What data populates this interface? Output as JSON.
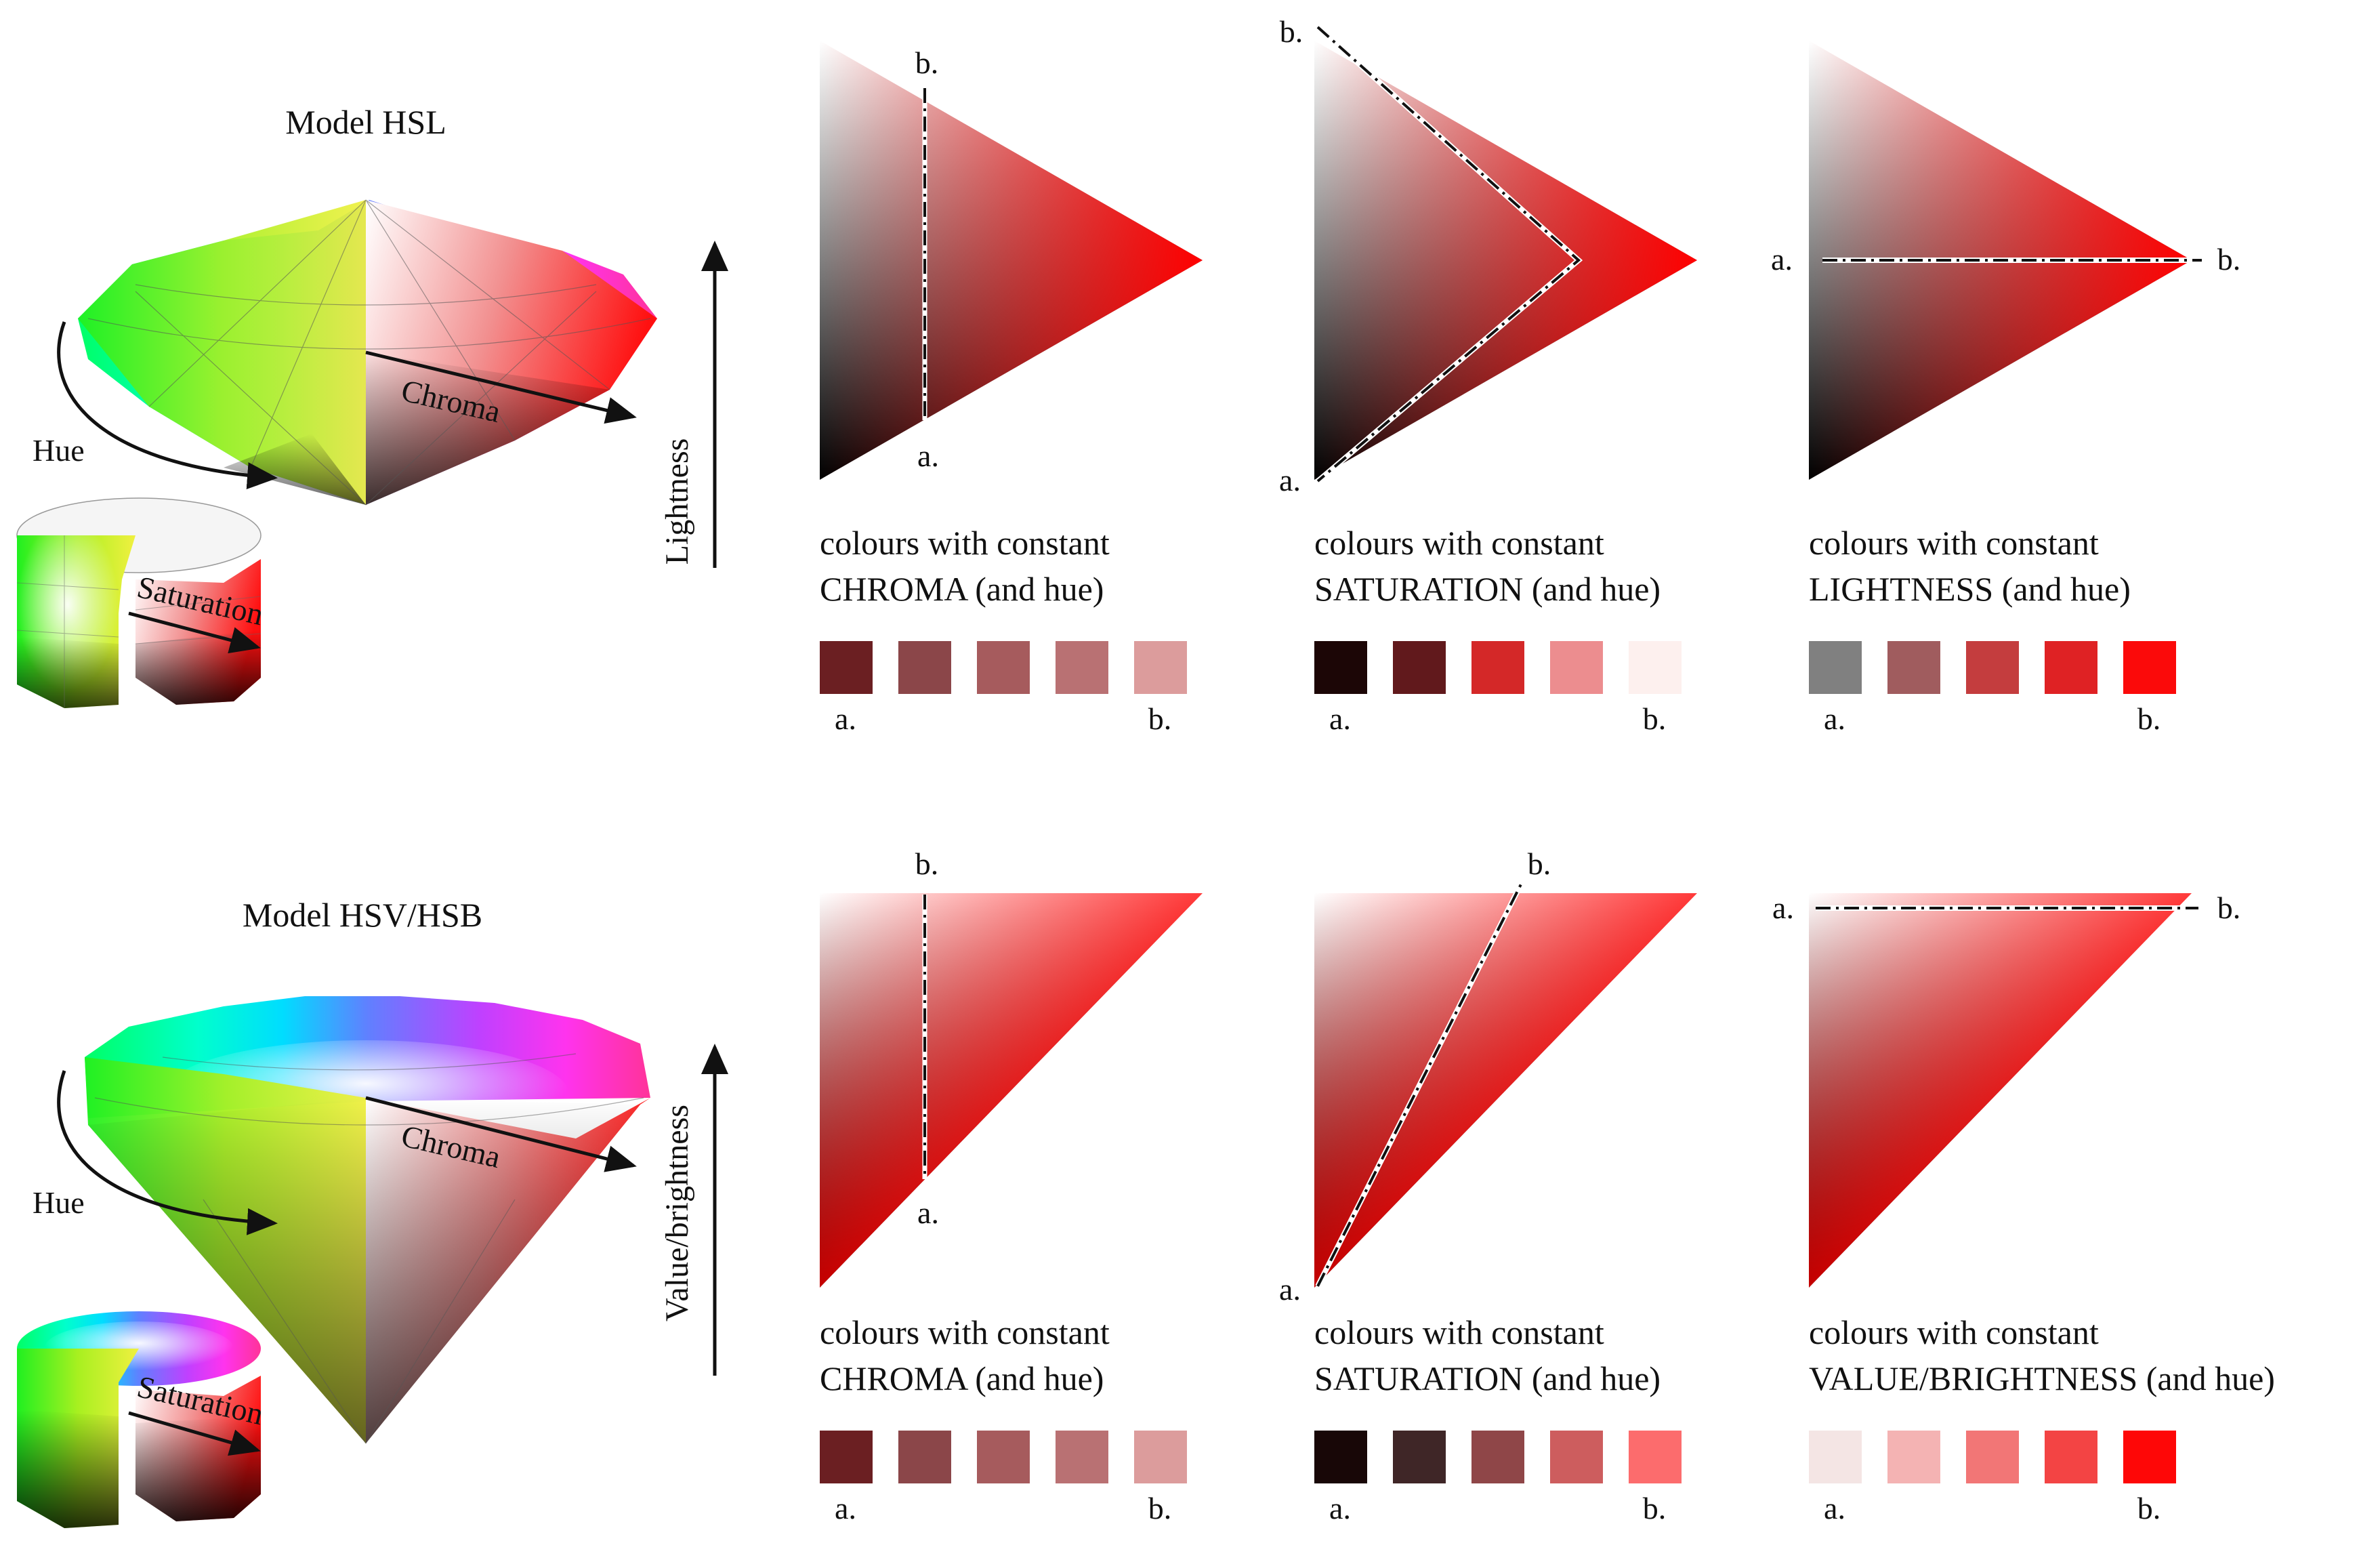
{
  "hsl": {
    "model_title": "Model HSL",
    "hue": "Hue",
    "chroma": "Chroma",
    "saturation": "Saturation",
    "axis_label": "Lightness",
    "panels": [
      {
        "id": "chroma",
        "line1": "colours with constant",
        "line2": "CHROMA (and hue)",
        "a": "a.",
        "b": "b.",
        "swatch_a": "a.",
        "swatch_b": "b.",
        "swatches": [
          "#6b1f22",
          "#8b4649",
          "#a65b5d",
          "#b97173",
          "#dc9c9c"
        ]
      },
      {
        "id": "saturation",
        "line1": "colours with constant",
        "line2": "SATURATION (and hue)",
        "a": "a.",
        "b": "b.",
        "swatch_a": "a.",
        "swatch_b": "b.",
        "swatches": [
          "#1c0606",
          "#61191c",
          "#d42828",
          "#ec8d8f",
          "#fdf0ee"
        ]
      },
      {
        "id": "lightness",
        "line1": "colours with constant",
        "line2": "LIGHTNESS (and hue)",
        "a": "a.",
        "b": "b.",
        "swatch_a": "a.",
        "swatch_b": "b.",
        "swatches": [
          "#808080",
          "#a05c5e",
          "#c43d3e",
          "#df2224",
          "#fb0a0a"
        ]
      }
    ]
  },
  "hsv": {
    "model_title": "Model HSV/HSB",
    "hue": "Hue",
    "chroma": "Chroma",
    "saturation": "Saturation",
    "axis_label": "Value/brightness",
    "panels": [
      {
        "id": "chroma",
        "line1": "colours with constant",
        "line2": "CHROMA (and hue)",
        "a": "a.",
        "b": "b.",
        "swatch_a": "a.",
        "swatch_b": "b.",
        "swatches": [
          "#6b1f22",
          "#8b4649",
          "#a65b5d",
          "#b97173",
          "#dc9c9c"
        ]
      },
      {
        "id": "saturation",
        "line1": "colours with constant",
        "line2": "SATURATION (and hue)",
        "a": "a.",
        "b": "b.",
        "swatch_a": "a.",
        "swatch_b": "b.",
        "swatches": [
          "#180707",
          "#3f2627",
          "#8f4648",
          "#cd5d5e",
          "#fc6c6d"
        ]
      },
      {
        "id": "value",
        "line1": "colours with constant",
        "line2": "VALUE/BRIGHTNESS (and hue)",
        "a": "a.",
        "b": "b.",
        "swatch_a": "a.",
        "swatch_b": "b.",
        "swatches": [
          "#f4e5e4",
          "#f4b3b3",
          "#f27676",
          "#f34444",
          "#fe0707"
        ]
      }
    ]
  }
}
